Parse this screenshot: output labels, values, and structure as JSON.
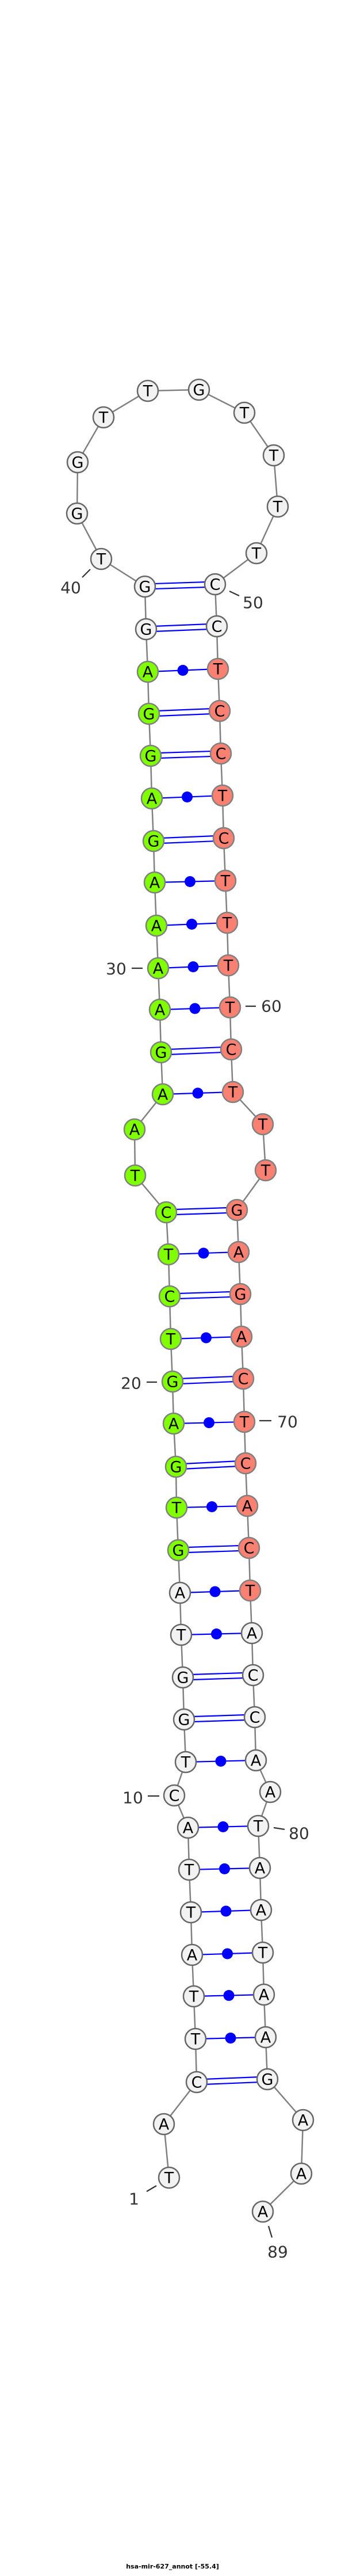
{
  "title": "hsa-mir-627_annot [-55.4]",
  "nucleotides": [
    "T",
    "A",
    "C",
    "T",
    "T",
    "A",
    "T",
    "T",
    "A",
    "C",
    "T",
    "G",
    "G",
    "T",
    "A",
    "G",
    "T",
    "G",
    "A",
    "G",
    "T",
    "C",
    "T",
    "C",
    "T",
    "A",
    "A",
    "G",
    "A",
    "A",
    "A",
    "A",
    "G",
    "A",
    "G",
    "G",
    "A",
    "G",
    "G",
    "T",
    "G",
    "G",
    "T",
    "T",
    "G",
    "T",
    "T",
    "T",
    "T",
    "C",
    "C",
    "T",
    "C",
    "C",
    "T",
    "C",
    "T",
    "T",
    "T",
    "T",
    "C",
    "T",
    "T",
    "T",
    "G",
    "A",
    "G",
    "A",
    "C",
    "T",
    "C",
    "A",
    "C",
    "T",
    "A",
    "C",
    "C",
    "A",
    "A",
    "T",
    "A",
    "A",
    "T",
    "A",
    "A",
    "G",
    "A",
    "A",
    "A"
  ],
  "pairs": [
    [
      3,
      86
    ],
    [
      4,
      85
    ],
    [
      5,
      84
    ],
    [
      6,
      83
    ],
    [
      7,
      82
    ],
    [
      8,
      81
    ],
    [
      9,
      80
    ],
    [
      11,
      78
    ],
    [
      12,
      77
    ],
    [
      13,
      76
    ],
    [
      14,
      75
    ],
    [
      15,
      74
    ],
    [
      16,
      73
    ],
    [
      17,
      72
    ],
    [
      18,
      71
    ],
    [
      19,
      70
    ],
    [
      20,
      69
    ],
    [
      21,
      68
    ],
    [
      22,
      67
    ],
    [
      23,
      66
    ],
    [
      24,
      65
    ],
    [
      27,
      62
    ],
    [
      28,
      61
    ],
    [
      29,
      60
    ],
    [
      30,
      59
    ],
    [
      31,
      58
    ],
    [
      32,
      57
    ],
    [
      33,
      56
    ],
    [
      34,
      55
    ],
    [
      35,
      54
    ],
    [
      36,
      53
    ],
    [
      37,
      52
    ],
    [
      38,
      51
    ],
    [
      39,
      50
    ]
  ],
  "highlights": [
    {
      "from": 16,
      "to": 37,
      "color": "#7fff00"
    },
    {
      "from": 52,
      "to": 74,
      "color": "#fa8072"
    }
  ],
  "colors": {
    "default_fill": "#f2f2f2",
    "pair_line": "#0000ff",
    "backbone": "#808080",
    "outline": "#666666"
  },
  "position_labels": [
    "1",
    "10",
    "20",
    "30",
    "40",
    "50",
    "60",
    "70",
    "80",
    "89"
  ]
}
